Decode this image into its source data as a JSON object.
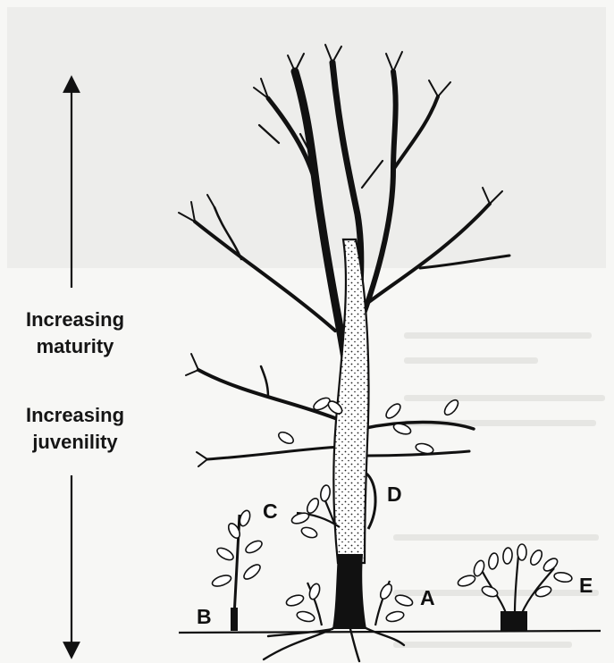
{
  "labels": {
    "maturity_line1": "Increasing",
    "maturity_line2": "maturity",
    "juvenility_line1": "Increasing",
    "juvenility_line2": "juvenility"
  },
  "markers": {
    "a": "A",
    "b": "B",
    "c": "C",
    "d": "D",
    "e": "E"
  },
  "colors": {
    "ink": "#111111",
    "paper": "#f7f7f5",
    "bleed": "#ededeb"
  }
}
